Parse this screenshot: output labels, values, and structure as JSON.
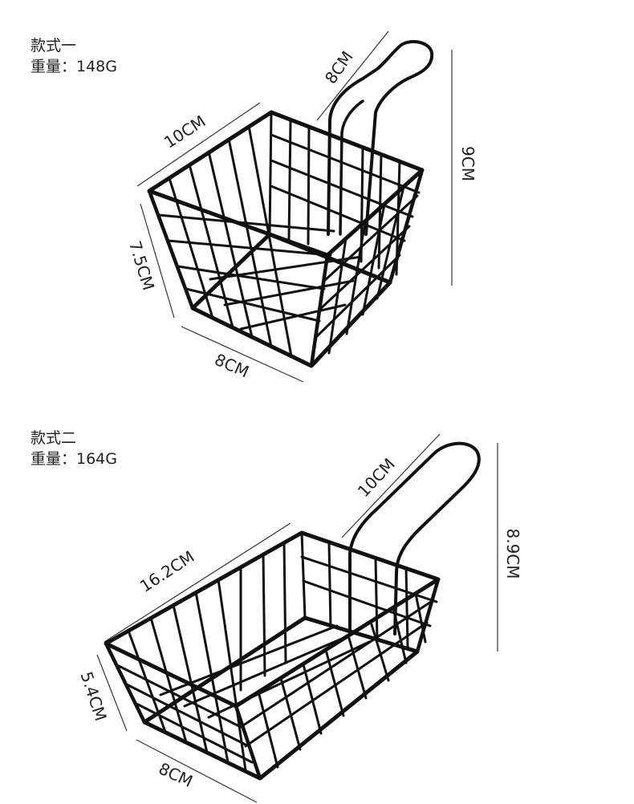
{
  "style1": {
    "name": "款式一",
    "weight": "重量：148G",
    "dims": {
      "handle": "8CM",
      "top_width": "10CM",
      "height": "9CM",
      "depth": "7.5CM",
      "bottom": "8CM"
    }
  },
  "style2": {
    "name": "款式二",
    "weight": "重量：164G",
    "dims": {
      "handle": "10CM",
      "top_width": "16.2CM",
      "height": "8.9CM",
      "depth": "5.4CM",
      "bottom": "8CM"
    }
  },
  "colors": {
    "wire": "#111111",
    "text": "#222222",
    "background": "#ffffff"
  }
}
